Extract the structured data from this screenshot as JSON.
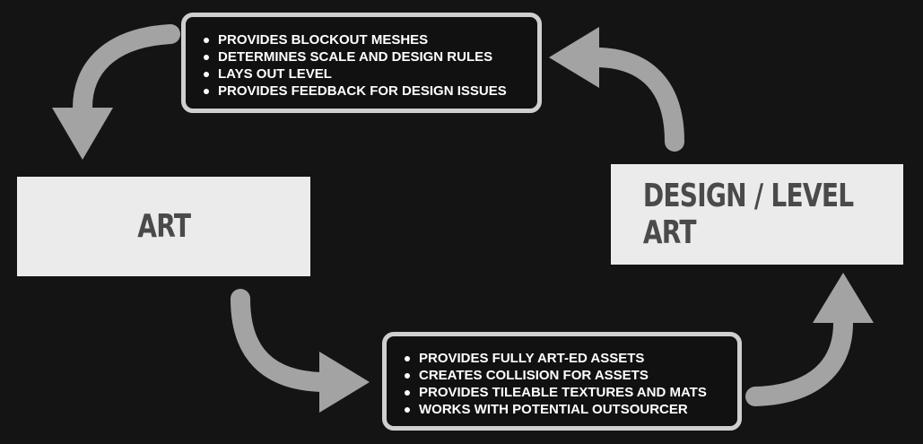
{
  "nodes": {
    "art": "ART",
    "design": "DESIGN / LEVEL ART"
  },
  "design_to_art_notes": [
    "PROVIDES BLOCKOUT MESHES",
    "DETERMINES SCALE AND DESIGN RULES",
    "LAYS OUT LEVEL",
    "PROVIDES FEEDBACK FOR DESIGN ISSUES"
  ],
  "art_to_design_notes": [
    "PROVIDES FULLY ART-ED ASSETS",
    "CREATES COLLISION FOR ASSETS",
    "PROVIDES TILEABLE TEXTURES AND MATS",
    "WORKS WITH POTENTIAL OUTSOURCER"
  ],
  "colors": {
    "background": "#141414",
    "node_fill": "#ebebeb",
    "node_text": "#4a4a4a",
    "arrow": "#a3a3a3",
    "note_border": "#cfcfcf",
    "note_fill": "#111111",
    "note_text": "#ffffff"
  }
}
